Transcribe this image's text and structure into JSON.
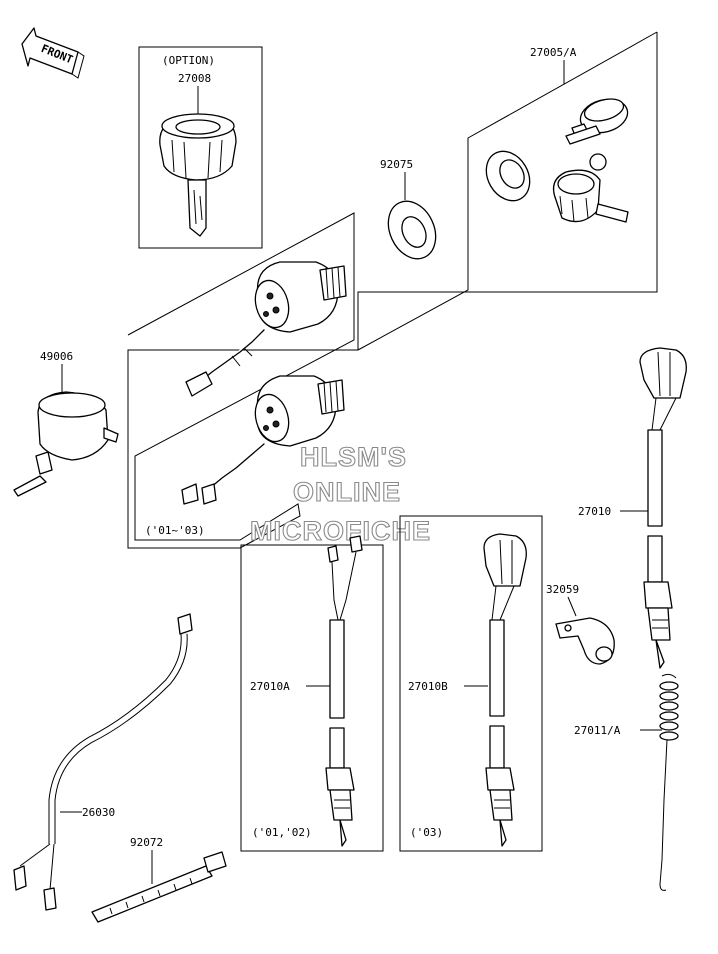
{
  "front_arrow": {
    "label": "FRONT"
  },
  "watermark": {
    "lines": [
      "HLSM'S",
      "ONLINE",
      "MICROFICHE"
    ]
  },
  "parts": {
    "p27008": "27008",
    "p27005A": "27005/A",
    "p92075": "92075",
    "p49006": "49006",
    "p27010": "27010",
    "p32059": "32059",
    "p27010A": "27010A",
    "p27010B": "27010B",
    "p27011A": "27011/A",
    "p26030": "26030",
    "p92072": "92072"
  },
  "notes": {
    "option": "(OPTION)",
    "years_01_03": "('01~'03)",
    "years_01_02": "('01,'02)",
    "years_03": "('03)"
  }
}
